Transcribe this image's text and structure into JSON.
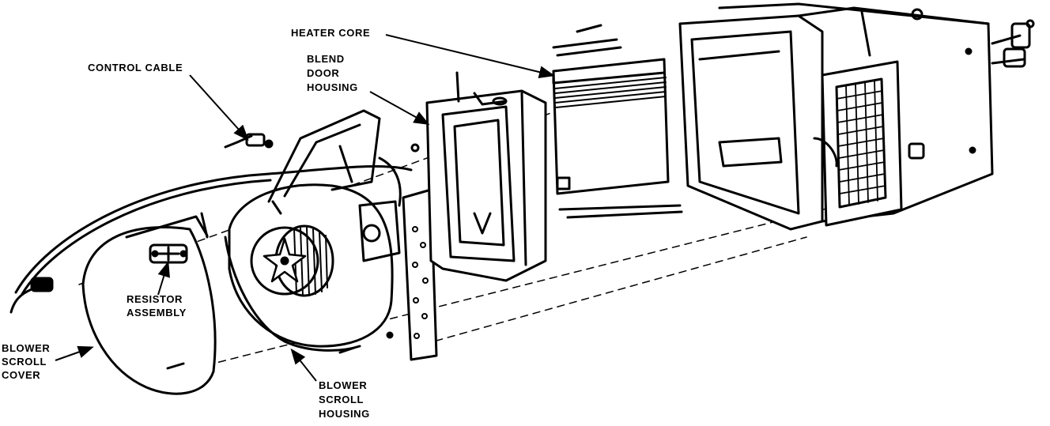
{
  "diagram": {
    "labels": {
      "heater_core": "HEATER CORE",
      "control_cable": "CONTROL CABLE",
      "blend_door_housing": [
        "BLEND",
        "DOOR",
        "HOUSING"
      ],
      "resistor_assembly": [
        "RESISTOR",
        "ASSEMBLY"
      ],
      "blower_scroll_cover": [
        "BLOWER",
        "SCROLL",
        "COVER"
      ],
      "blower_scroll_housing": [
        "BLOWER",
        "SCROLL",
        "HOUSING"
      ]
    }
  }
}
